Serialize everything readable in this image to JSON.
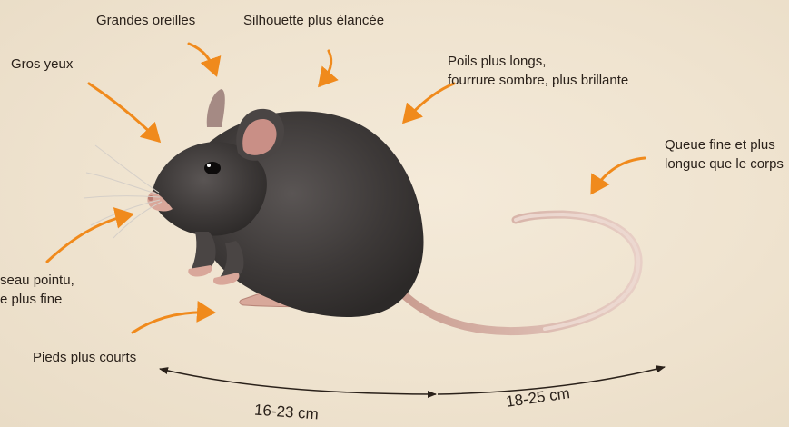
{
  "labels": {
    "grandes_oreilles": "Grandes oreilles",
    "silhouette": "Silhouette plus élancée",
    "gros_yeux": "Gros yeux",
    "poils_line1": "Poils plus longs,",
    "poils_line2": "fourrure sombre, plus brillante",
    "queue_line1": "Queue fine et plus",
    "queue_line2": "longue que le corps",
    "museau_line1": "seau pointu,",
    "museau_line2": "e plus fine",
    "pieds": "Pieds plus courts"
  },
  "measures": {
    "body_length": "16-23 cm",
    "tail_length": "18-25 cm"
  },
  "colors": {
    "arrow": "#f08a1c",
    "background": "#f1e6d3",
    "fur": "#3f3b3a",
    "skin": "#d9a79a",
    "text": "#2a211a"
  },
  "subject": "mouse-illustration"
}
